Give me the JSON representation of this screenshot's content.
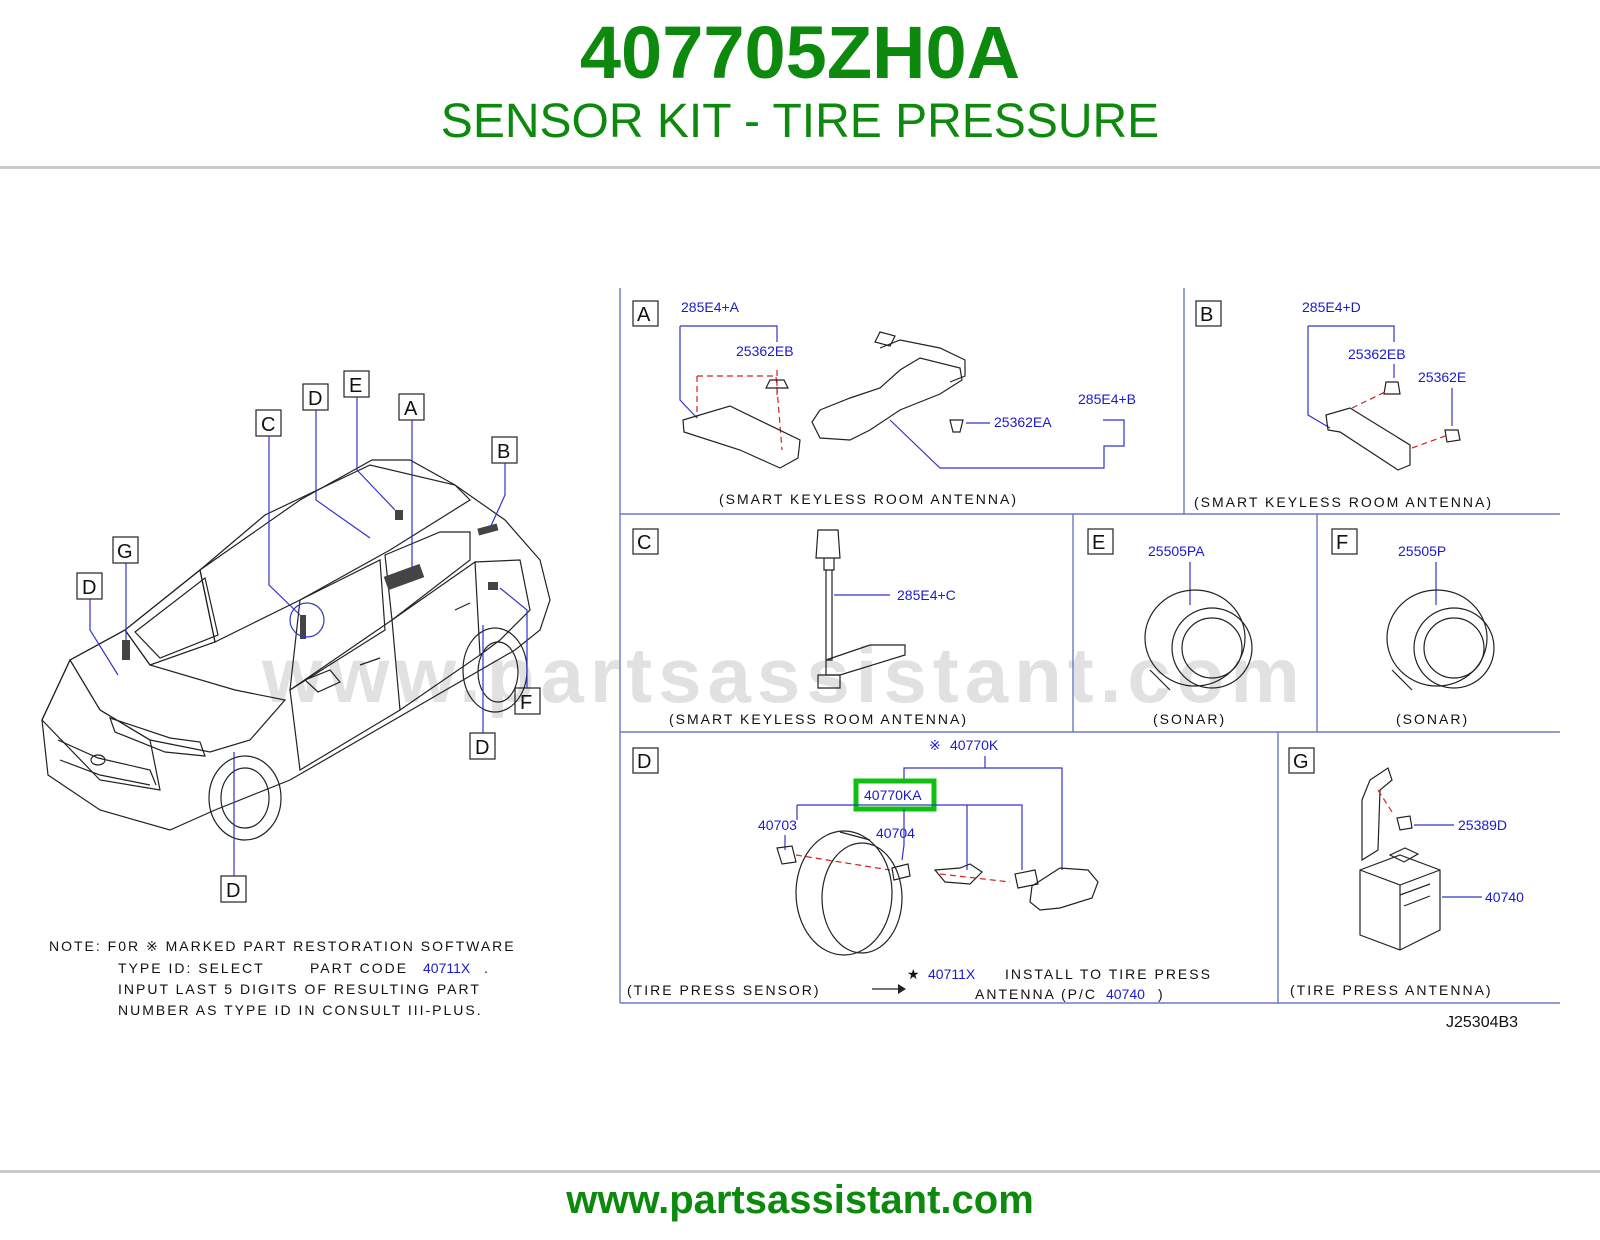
{
  "header": {
    "part_number": "407705ZH0A",
    "part_name": "SENSOR KIT - TIRE PRESSURE"
  },
  "footer": {
    "url": "www.partsassistant.com"
  },
  "watermark": "www.partsassistant.com",
  "diagram_code": "J25304B3",
  "highlight_color": "#10c010",
  "brand_color": "#0d8a0d",
  "car_callouts": [
    "E",
    "D",
    "A",
    "C",
    "B",
    "G",
    "D",
    "F",
    "D",
    "D"
  ],
  "panels": {
    "A": {
      "label": "A",
      "parts": [
        "285E4+A",
        "25362EB",
        "285E4+B",
        "25362EA"
      ],
      "caption": "(SMART KEYLESS ROOM ANTENNA)"
    },
    "B": {
      "label": "B",
      "parts": [
        "285E4+D",
        "25362EB",
        "25362E"
      ],
      "caption": "(SMART KEYLESS ROOM ANTENNA)"
    },
    "C": {
      "label": "C",
      "parts": [
        "285E4+C"
      ],
      "caption": "(SMART KEYLESS ROOM ANTENNA)"
    },
    "E": {
      "label": "E",
      "parts": [
        "25505PA"
      ],
      "caption": "(SONAR)"
    },
    "F": {
      "label": "F",
      "parts": [
        "25505P"
      ],
      "caption": "(SONAR)"
    },
    "D": {
      "label": "D",
      "kit_mark": "※",
      "kit_part": "40770K",
      "highlighted_part": "40770KA",
      "parts": [
        "40703",
        "40704"
      ],
      "caption": "(TIRE PRESS SENSOR)",
      "star_note": {
        "star": "★",
        "part": "40711X",
        "text1": "INSTALL TO TIRE PRESS",
        "text2": "ANTENNA (P/C",
        "pc": "40740",
        "close": ")"
      }
    },
    "G": {
      "label": "G",
      "parts": [
        "25389D",
        "40740"
      ],
      "caption": "(TIRE PRESS ANTENNA)"
    }
  },
  "note": {
    "line1": "NOTE: F0R ※ MARKED PART RESTORATION SOFTWARE",
    "line2_pre": "TYPE ID: SELECT",
    "line2_mid": "PART CODE",
    "line2_pc": "40711X",
    "line2_post": ".",
    "line3": "INPUT LAST 5 DIGITS OF RESULTING PART",
    "line4": "NUMBER AS TYPE ID IN CONSULT III-PLUS."
  }
}
